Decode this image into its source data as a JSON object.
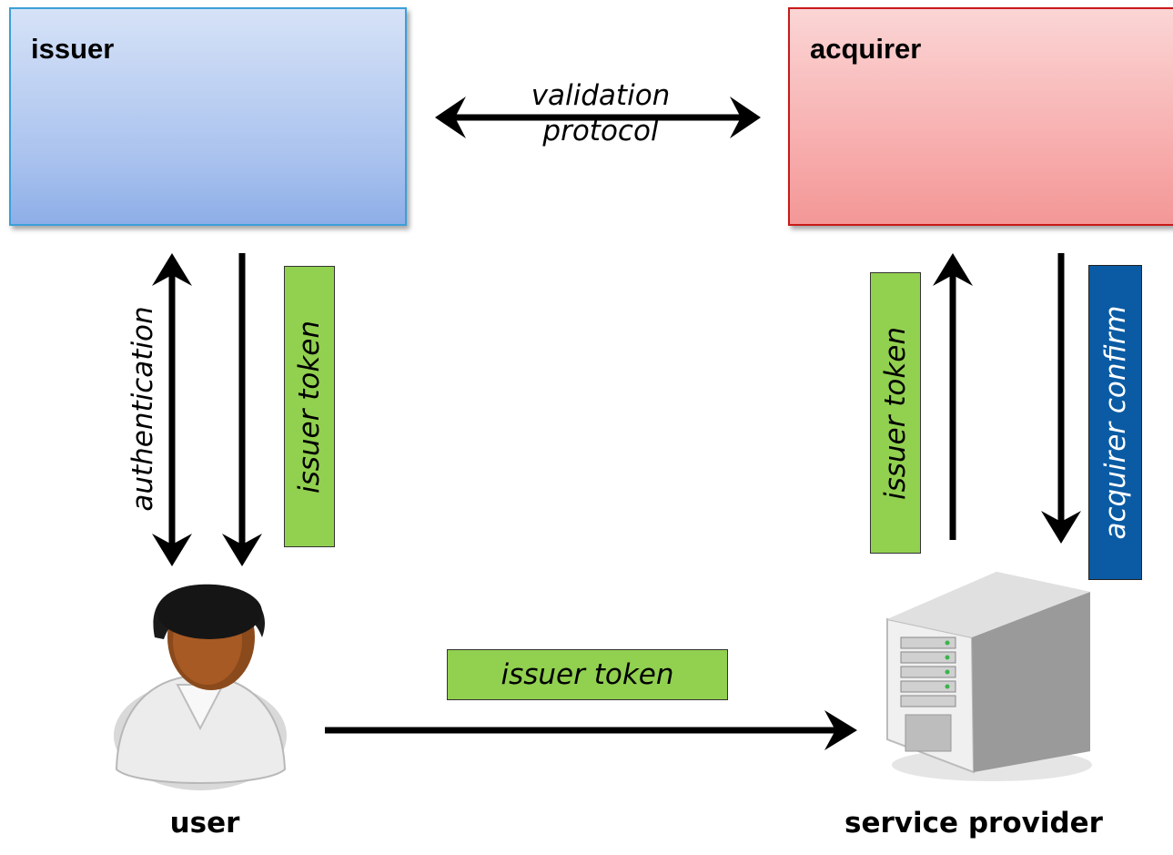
{
  "issuer": {
    "title": "issuer"
  },
  "acquirer": {
    "title": "acquirer"
  },
  "validation": {
    "line1": "validation",
    "line2": "protocol"
  },
  "left_flows": {
    "authentication": "authentication",
    "token": "issuer token"
  },
  "right_flows": {
    "token": "issuer token",
    "confirm": "acquirer confirm"
  },
  "bottom_flow": {
    "token": "issuer token"
  },
  "actors": {
    "user": "user",
    "service_provider": "service provider"
  },
  "colors": {
    "token_green": "#92d050",
    "confirm_blue": "#0a5ba4",
    "issuer_blue": "#a9c2ee",
    "acquirer_red": "#f7a9a9"
  }
}
